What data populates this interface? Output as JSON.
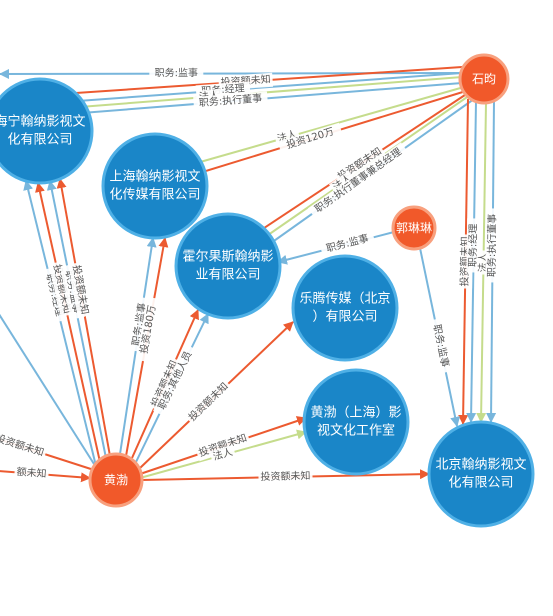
{
  "colors": {
    "company": "#1a86c8",
    "company_stroke": "#4fb0e6",
    "person": "#f1592a",
    "person_stroke": "#f8a07e",
    "edge_orange": "#ec5a30",
    "edge_blue": "#78b6dc",
    "edge_green": "#c5dc8c",
    "edge_label_bg": "#ffffff"
  },
  "nodes": [
    {
      "id": "shiyun",
      "type": "person",
      "lines": [
        "石昀"
      ]
    },
    {
      "id": "guolinlin",
      "type": "person",
      "lines": [
        "郭琳琳"
      ]
    },
    {
      "id": "huangbo",
      "type": "person",
      "lines": [
        "黄渤"
      ]
    },
    {
      "id": "haining",
      "type": "company",
      "lines": [
        "海宁翰纳影视文",
        "化有限公司"
      ]
    },
    {
      "id": "shanghai",
      "type": "company",
      "lines": [
        "上海翰纳影视文",
        "化传媒有限公司"
      ]
    },
    {
      "id": "horgos",
      "type": "company",
      "lines": [
        "霍尔果斯翰纳影",
        "业有限公司"
      ]
    },
    {
      "id": "leteng",
      "type": "company",
      "lines": [
        "乐腾传媒（北京",
        "）有限公司"
      ]
    },
    {
      "id": "studio",
      "type": "company",
      "lines": [
        "黄渤（上海）影",
        "视文化工作室"
      ]
    },
    {
      "id": "beijing",
      "type": "company",
      "lines": [
        "北京翰纳影视文",
        "化有限公司"
      ]
    }
  ],
  "edges": [
    {
      "from": "shiyun",
      "to": "offscreen_left",
      "color": "blue",
      "label": "职务:监事"
    },
    {
      "from": "shiyun",
      "to": "haining",
      "color": "orange",
      "label": "投资额未知"
    },
    {
      "from": "shiyun",
      "to": "haining",
      "color": "blue",
      "label": "职务:经理"
    },
    {
      "from": "shiyun",
      "to": "haining",
      "color": "green",
      "label": "法人"
    },
    {
      "from": "shiyun",
      "to": "haining",
      "color": "blue",
      "label": "职务:执行董事"
    },
    {
      "from": "shiyun",
      "to": "shanghai",
      "color": "green",
      "label": "法人"
    },
    {
      "from": "shiyun",
      "to": "shanghai",
      "color": "orange",
      "label": "投资120万"
    },
    {
      "from": "shiyun",
      "to": "horgos",
      "color": "orange",
      "label": "投资额未知"
    },
    {
      "from": "shiyun",
      "to": "horgos",
      "color": "green",
      "label": "法人"
    },
    {
      "from": "shiyun",
      "to": "horgos",
      "color": "blue",
      "label": "职务:执行董事兼总经理"
    },
    {
      "from": "shiyun",
      "to": "beijing",
      "color": "orange",
      "label": "投资额未知"
    },
    {
      "from": "shiyun",
      "to": "beijing",
      "color": "blue",
      "label": "职务:经理"
    },
    {
      "from": "shiyun",
      "to": "beijing",
      "color": "green",
      "label": "法人"
    },
    {
      "from": "shiyun",
      "to": "beijing",
      "color": "blue",
      "label": "职务:执行董事"
    },
    {
      "from": "guolinlin",
      "to": "horgos",
      "color": "blue",
      "label": "职务:监事"
    },
    {
      "from": "guolinlin",
      "to": "beijing",
      "color": "blue",
      "label": "职务:监事"
    },
    {
      "from": "huangbo",
      "to": "haining",
      "color": "blue",
      "label": "职务:经理"
    },
    {
      "from": "huangbo",
      "to": "haining",
      "color": "orange",
      "label": "投资额未知"
    },
    {
      "from": "huangbo",
      "to": "haining",
      "color": "blue",
      "label": "职务:监事"
    },
    {
      "from": "huangbo",
      "to": "haining",
      "color": "orange",
      "label": "投资额未知"
    },
    {
      "from": "huangbo",
      "to": "shanghai",
      "color": "blue",
      "label": "职务:监事"
    },
    {
      "from": "huangbo",
      "to": "shanghai",
      "color": "orange",
      "label": "投资180万"
    },
    {
      "from": "huangbo",
      "to": "horgos",
      "color": "orange",
      "label": "投资额未知"
    },
    {
      "from": "huangbo",
      "to": "horgos",
      "color": "blue",
      "label": "职务:其他人员"
    },
    {
      "from": "huangbo",
      "to": "leteng",
      "color": "orange",
      "label": "投资额未知"
    },
    {
      "from": "huangbo",
      "to": "studio",
      "color": "orange",
      "label": "投资额未知"
    },
    {
      "from": "huangbo",
      "to": "studio",
      "color": "green",
      "label": "法人"
    },
    {
      "from": "huangbo",
      "to": "beijing",
      "color": "orange",
      "label": "投资额未知"
    },
    {
      "from": "offscreen_left",
      "to": "huangbo",
      "color": "orange",
      "label": "额未知"
    },
    {
      "from": "huangbo",
      "to": "offscreen_left",
      "color": "orange",
      "label": "投资额未知"
    },
    {
      "from": "huangbo",
      "to": "offscreen_left",
      "color": "blue",
      "label": ""
    }
  ]
}
